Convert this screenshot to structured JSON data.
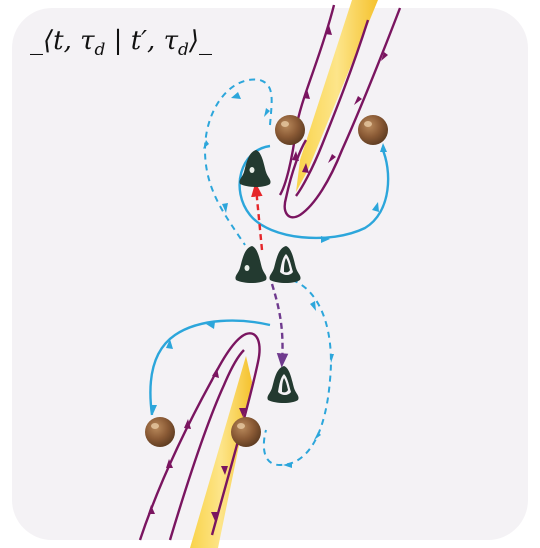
{
  "formula": {
    "prefix": "_⟨t, τ",
    "sub1": "d",
    "mid": " | t′, τ",
    "sub2": "d",
    "suffix": "⟩_"
  },
  "colors": {
    "panel": "#f4f2f5",
    "purple_line": "#7a1560",
    "blue_line": "#2ca6db",
    "red_dashed": "#e5262a",
    "violet_dashed": "#6f3a8e",
    "yellow_spike": "#f9d34a",
    "brown_ball": "#8a5a35",
    "dark_bell": "#233a30"
  },
  "icons": [
    "brown-ball-icon",
    "dark-green-bell-icon"
  ]
}
